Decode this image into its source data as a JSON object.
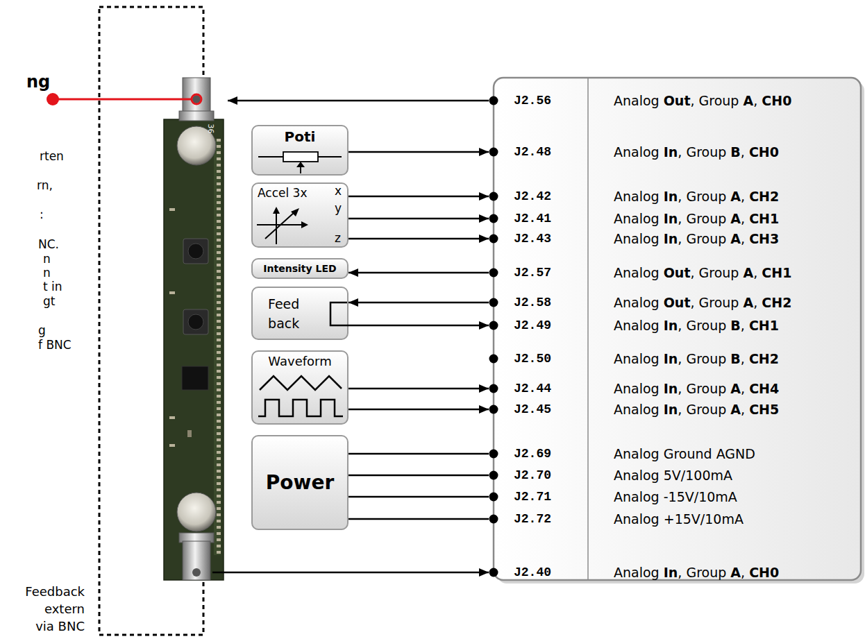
{
  "diagram": {
    "nodes": [
      {
        "text": [
          "J2.56",
          "Analog Out, Group A, CH0"
        ]
      },
      {
        "text": [
          "Poti"
        ]
      },
      {
        "text": [
          "J2.48",
          "Analog In, Group B, CH0"
        ]
      },
      {
        "text": [
          "Accel 3x",
          "x",
          "y",
          "z"
        ]
      },
      {
        "text": [
          "J2.42",
          "Analog In, Group A, CH2"
        ]
      },
      {
        "text": [
          "J2.41",
          "Analog In, Group A, CH1"
        ]
      },
      {
        "text": [
          "J2.43",
          "Analog In, Group A, CH3"
        ]
      },
      {
        "text": [
          "Intensity LED"
        ]
      },
      {
        "text": [
          "J2.57",
          "Analog Out, Group A, CH1"
        ]
      },
      {
        "text": [
          "Feed back"
        ]
      },
      {
        "text": [
          "J2.58",
          "Analog Out, Group A, CH2"
        ]
      },
      {
        "text": [
          "J2.49",
          "Analog In, Group B, CH1"
        ]
      },
      {
        "text": [
          "J2.50",
          "Analog In, Group B, CH2"
        ]
      },
      {
        "text": [
          "Waveform"
        ]
      },
      {
        "text": [
          "J2.44",
          "Analog In, Group A, CH4"
        ]
      },
      {
        "text": [
          "J2.45",
          "Analog In, Group A, CH5"
        ]
      },
      {
        "text": [
          "Power"
        ]
      },
      {
        "text": [
          "J2.69",
          "Analog Ground AGND"
        ]
      },
      {
        "text": [
          "J2.70",
          "Analog 5V/100mA"
        ]
      },
      {
        "text": [
          "J2.71",
          "Analog -15V/10mA"
        ]
      },
      {
        "text": [
          "J2.72",
          "Analog +15V/10mA"
        ]
      },
      {
        "text": [
          "J2.40",
          "Analog In, Group A, CH0"
        ]
      }
    ],
    "edges": [
      {
        "from": 1,
        "to": 2,
        "arrow": "to"
      },
      {
        "from": 3,
        "to": 4,
        "arrow": "to"
      },
      {
        "from": 3,
        "to": 5,
        "arrow": "to"
      },
      {
        "from": 3,
        "to": 6,
        "arrow": "to"
      },
      {
        "from": 8,
        "to": 7,
        "arrow": "to"
      },
      {
        "from": 10,
        "to": 9,
        "arrow": "to"
      },
      {
        "from": 9,
        "to": 11,
        "arrow": "to"
      },
      {
        "from": 13,
        "to": 14,
        "arrow": "to"
      },
      {
        "from": 13,
        "to": 15,
        "arrow": "to"
      },
      {
        "from": 16,
        "to": 17,
        "arrow": "none"
      },
      {
        "from": 16,
        "to": 18,
        "arrow": "none"
      },
      {
        "from": 16,
        "to": 19,
        "arrow": "none"
      },
      {
        "from": 16,
        "to": 20,
        "arrow": "none"
      }
    ],
    "labels": [
      "ng",
      "rten",
      "rn,",
      ":",
      "NC.",
      "n",
      "n",
      "t in",
      "gt",
      "g",
      "f BNC",
      "36",
      "Feedback extern via BNC"
    ]
  }
}
